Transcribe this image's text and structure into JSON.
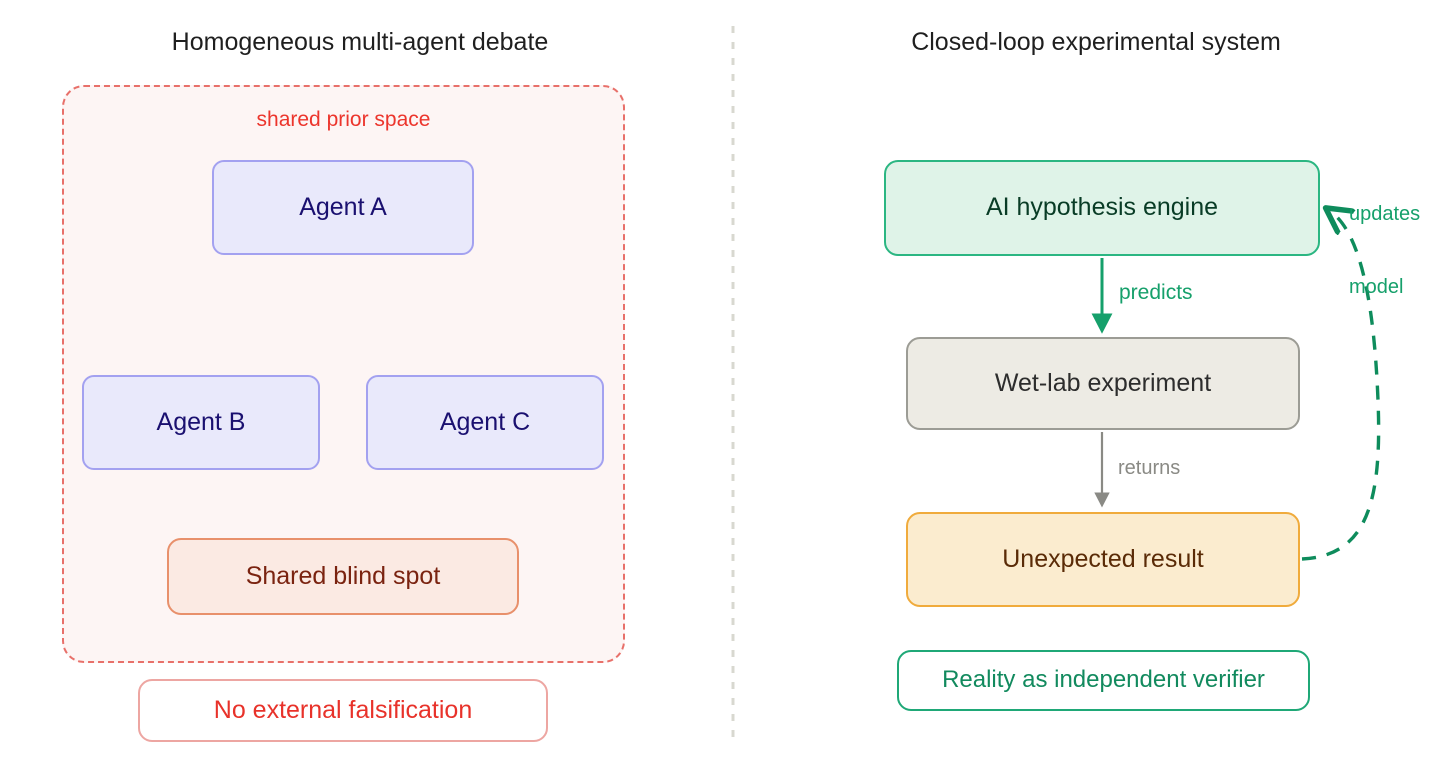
{
  "panels": {
    "left": {
      "title": "Homogeneous multi-agent debate",
      "container_label": "shared prior space",
      "nodes": {
        "agent_a": "Agent A",
        "agent_b": "Agent B",
        "agent_c": "Agent C",
        "blind_spot": "Shared blind spot",
        "no_falsification": "No external falsification"
      },
      "colors": {
        "container_border": "#e8706a",
        "container_fill": "#fdf5f4",
        "container_label": "#ec352c",
        "agent_fill": "#e9e9fb",
        "agent_border": "#a3a1f0",
        "agent_text": "#1a1070",
        "blind_spot_fill": "#fbeae3",
        "blind_spot_border": "#e8906b",
        "blind_spot_text": "#7a2310",
        "falsification_border": "#eda6a2",
        "falsification_text": "#e8322a",
        "arrow": "#a3a1f0"
      }
    },
    "right": {
      "title": "Closed-loop experimental system",
      "nodes": {
        "ai_engine": "AI hypothesis engine",
        "wet_lab": "Wet-lab experiment",
        "unexpected_result": "Unexpected result",
        "reality_verifier": "Reality as independent verifier"
      },
      "edge_labels": {
        "predicts": "predicts",
        "returns": "returns",
        "updates_model_line1": "updates",
        "updates_model_line2": "model"
      },
      "colors": {
        "ai_fill": "#dff3e8",
        "ai_border": "#2bb682",
        "ai_text": "#093c26",
        "wetlab_fill": "#edebe4",
        "wetlab_border": "#9c9c95",
        "wetlab_text": "#2d2d2d",
        "result_fill": "#fbeccf",
        "result_border": "#f0ab3c",
        "result_text": "#5a2b07",
        "verifier_border": "#1fa877",
        "verifier_text": "#128a5e",
        "green_arrow": "#16a06b",
        "grey_arrow": "#8a8a85",
        "feedback_arrow": "#0e8c5c"
      }
    }
  },
  "divider": {
    "color": "#d8d8d0",
    "style": "dashed-vertical"
  }
}
